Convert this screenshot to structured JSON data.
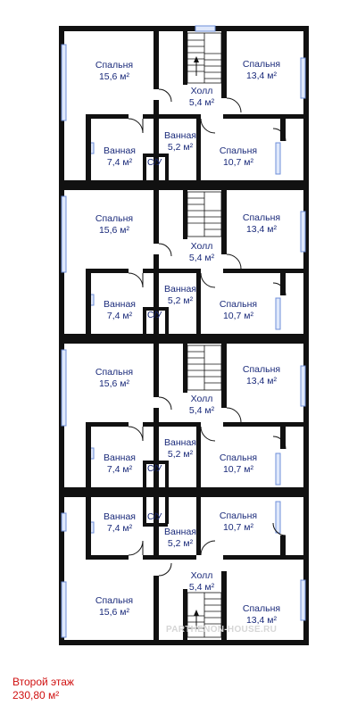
{
  "rooms": {
    "u1": {
      "bedroom_big": {
        "name": "Спальня",
        "area": "15,6 м²"
      },
      "bedroom_right": {
        "name": "Спальня",
        "area": "13,4 м²"
      },
      "hall": {
        "name": "Холл",
        "area": "5,4 м²"
      },
      "bath_left": {
        "name": "Ванная",
        "area": "7,4 м²"
      },
      "bath_mid": {
        "name": "Ванная",
        "area": "5,2 м²"
      },
      "bedroom_small": {
        "name": "Спальня",
        "area": "10,7 м²"
      },
      "wc": "С/У"
    },
    "u2": {
      "bedroom_big": {
        "name": "Спальня",
        "area": "15,6 м²"
      },
      "bedroom_right": {
        "name": "Спальня",
        "area": "13,4 м²"
      },
      "hall": {
        "name": "Холл",
        "area": "5,4 м²"
      },
      "bath_left": {
        "name": "Ванная",
        "area": "7,4 м²"
      },
      "bath_mid": {
        "name": "Ванная",
        "area": "5,2 м²"
      },
      "bedroom_small": {
        "name": "Спальня",
        "area": "10,7 м²"
      },
      "wc": "С/У"
    },
    "u3": {
      "bedroom_big": {
        "name": "Спальня",
        "area": "15,6 м²"
      },
      "bedroom_right": {
        "name": "Спальня",
        "area": "13,4 м²"
      },
      "hall": {
        "name": "Холл",
        "area": "5,4 м²"
      },
      "bath_left": {
        "name": "Ванная",
        "area": "7,4 м²"
      },
      "bath_mid": {
        "name": "Ванная",
        "area": "5,2 м²"
      },
      "bedroom_small": {
        "name": "Спальня",
        "area": "10,7 м²"
      },
      "wc": "С/У"
    },
    "u4": {
      "bath_left": {
        "name": "Ванная",
        "area": "7,4 м²"
      },
      "bath_mid": {
        "name": "Ванная",
        "area": "5,2 м²"
      },
      "bedroom_small": {
        "name": "Спальня",
        "area": "10,7 м²"
      },
      "hall": {
        "name": "Холл",
        "area": "5,4 м²"
      },
      "bedroom_big": {
        "name": "Спальня",
        "area": "15,6 м²"
      },
      "bedroom_right": {
        "name": "Спальня",
        "area": "13,4 м²"
      },
      "wc": "С/У"
    }
  },
  "watermark": "PARTHENON-HOUSE.RU",
  "floor": {
    "title": "Второй этаж",
    "area": "230,80 м²"
  },
  "colors": {
    "wall": "#111111",
    "label": "#1a2a7a",
    "caption": "#d01010",
    "window": "#6f8fd8"
  }
}
